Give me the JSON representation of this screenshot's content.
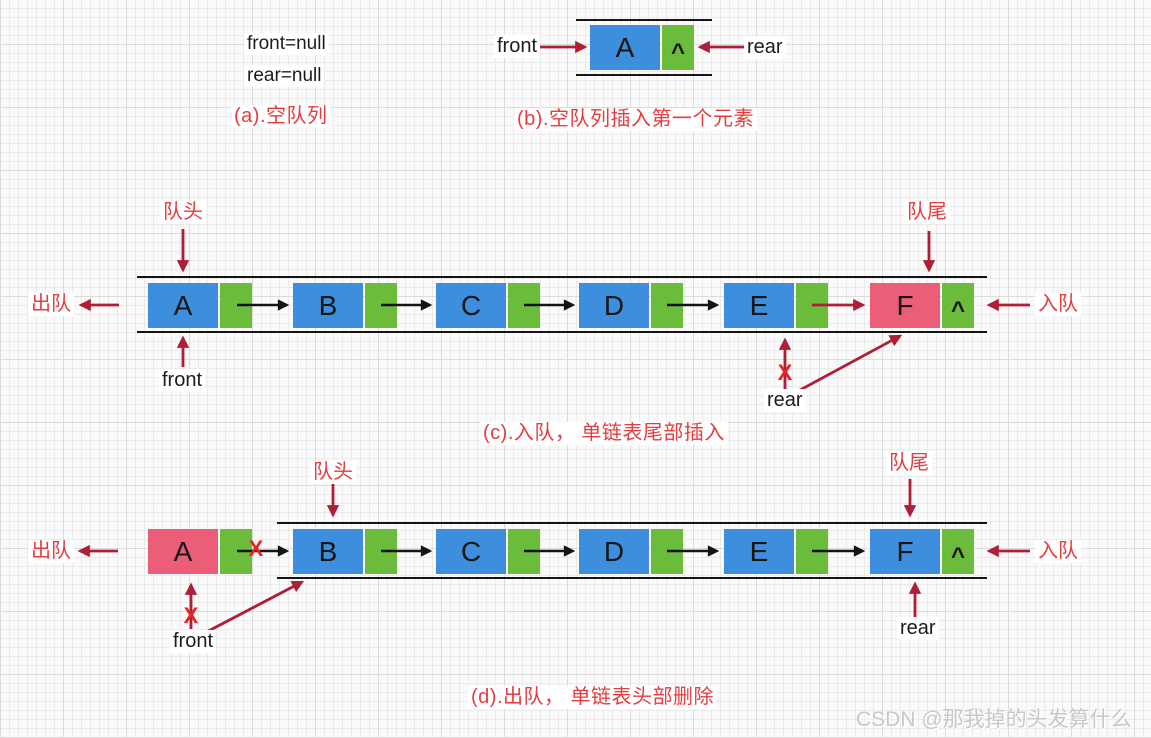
{
  "colors": {
    "node_blue": "#3d8edd",
    "node_green": "#6cbc3c",
    "node_pink": "#ec5e78",
    "arrow_dark_red": "#ad1f36",
    "label_red": "#e73c3e",
    "x_red": "#e52525",
    "line_black": "#141414",
    "watermark_gray": "#c8c8c8"
  },
  "section_a": {
    "front_text": "front=null",
    "rear_text": "rear=null",
    "caption": "(a).空队列"
  },
  "section_b": {
    "front_label": "front",
    "rear_label": "rear",
    "node": {
      "value": "A",
      "pointer": "^"
    },
    "caption": "(b).空队列插入第一个元素"
  },
  "section_c": {
    "head_label": "队头",
    "tail_label": "队尾",
    "dequeue_label": "出队",
    "enqueue_label": "入队",
    "front_label": "front",
    "rear_label": "rear",
    "x_mark": "X",
    "nodes": [
      {
        "value": "A",
        "pointer": ""
      },
      {
        "value": "B",
        "pointer": ""
      },
      {
        "value": "C",
        "pointer": ""
      },
      {
        "value": "D",
        "pointer": ""
      },
      {
        "value": "E",
        "pointer": ""
      },
      {
        "value": "F",
        "pointer": "^"
      }
    ],
    "caption": "(c).入队， 单链表尾部插入"
  },
  "section_d": {
    "head_label": "队头",
    "tail_label": "队尾",
    "dequeue_label": "出队",
    "enqueue_label": "入队",
    "front_label": "front",
    "rear_label": "rear",
    "x_mark": "X",
    "nodes": [
      {
        "value": "A",
        "pointer": ""
      },
      {
        "value": "B",
        "pointer": ""
      },
      {
        "value": "C",
        "pointer": ""
      },
      {
        "value": "D",
        "pointer": ""
      },
      {
        "value": "E",
        "pointer": ""
      },
      {
        "value": "F",
        "pointer": "^"
      }
    ],
    "caption": "(d).出队， 单链表头部删除"
  },
  "watermark": "CSDN @那我掉的头发算什么"
}
